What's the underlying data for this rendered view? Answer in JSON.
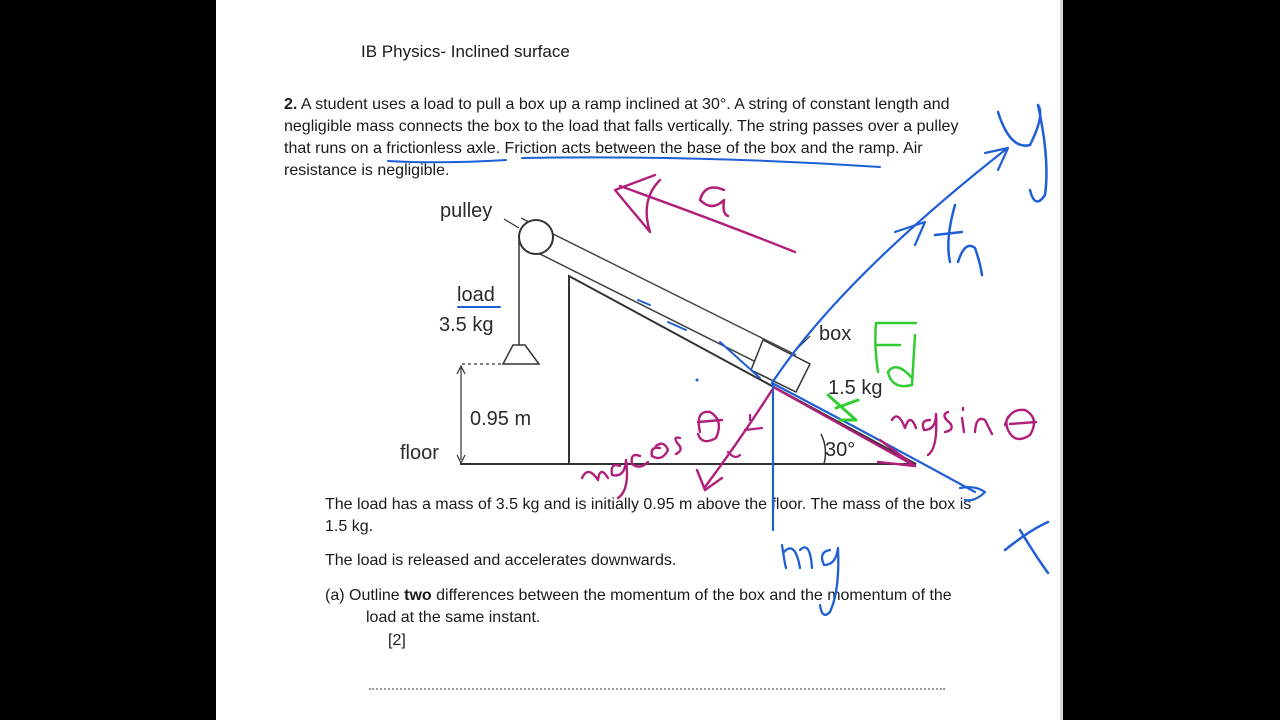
{
  "document": {
    "title": "IB Physics- Inclined surface",
    "question": {
      "number": "2.",
      "lines": [
        "A student uses a load to pull a box up a ramp inclined at 30°. A string of constant length and",
        "negligible mass connects the box to the load that falls vertically. The string passes over a pulley",
        "that runs on a frictionless axle. Friction acts between the base of the box and the ramp. Air",
        "resistance is negligible."
      ]
    },
    "diagram_labels": {
      "pulley": "pulley",
      "load": "load",
      "load_mass": "3.5 kg",
      "height": "0.95 m",
      "floor": "floor",
      "box": "box",
      "box_mass": "1.5 kg",
      "angle": "30°"
    },
    "body": {
      "p1_line1": "The load has a mass of 3.5 kg and is initially 0.95 m above the floor. The mass of the box is",
      "p1_line2": "1.5 kg.",
      "p2": "The load is released and accelerates downwards.",
      "part_a_prefix": "(a) Outline ",
      "part_a_bold": "two",
      "part_a_rest": " differences between the momentum of the box and the momentum of the",
      "part_a_line2": "load at the same instant.",
      "marks": "[2]"
    }
  },
  "annotations": {
    "labels": [
      "a",
      "Fn",
      "Fd",
      "mgsinθ",
      "mgcosθ",
      "mg",
      "y",
      "x"
    ],
    "colors": {
      "magenta": "#b0207a",
      "blue": "#1f5fd6",
      "green": "#33cc33"
    }
  }
}
